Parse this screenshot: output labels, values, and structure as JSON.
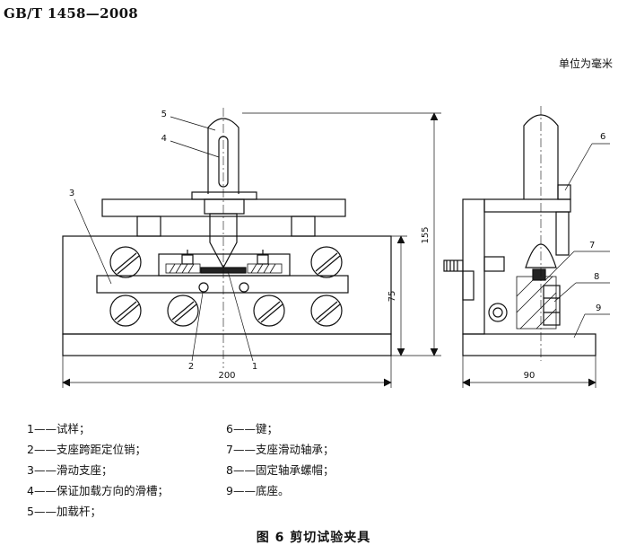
{
  "header": {
    "standard": "GB/T 1458—2008"
  },
  "unit_note": "单位为毫米",
  "drawing": {
    "callouts": {
      "c1": "1",
      "c2": "2",
      "c3": "3",
      "c4": "4",
      "c5": "5",
      "c6": "6",
      "c7": "7",
      "c8": "8",
      "c9": "9"
    },
    "dimensions": {
      "height_total": "155",
      "height_lower": "75",
      "width_front": "200",
      "width_side": "90"
    }
  },
  "legend": {
    "left": [
      "1——试样；",
      "2——支座跨距定位销；",
      "3——滑动支座；",
      "4——保证加载方向的滑槽；",
      "5——加载杆；"
    ],
    "right": [
      "6——键；",
      "7——支座滑动轴承；",
      "8——固定轴承螺帽；",
      "9——底座。"
    ]
  },
  "caption": "图 6   剪切试验夹具"
}
